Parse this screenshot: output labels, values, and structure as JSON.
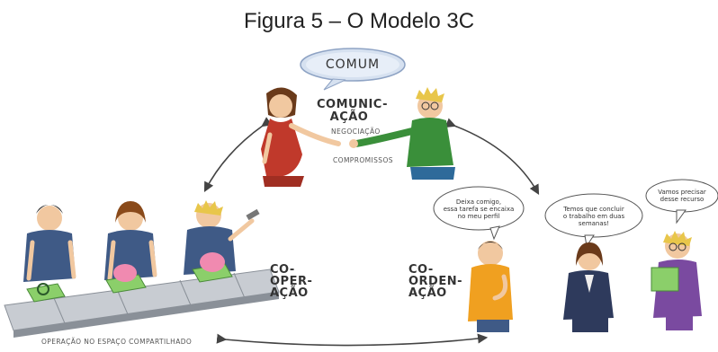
{
  "title": "Figura 5 – O Modelo 3C",
  "comunicacao": {
    "bubble": "COMUM",
    "label_line1": "COMUNIC-",
    "label_line2": "AÇÃO",
    "sub1": "NEGOCIAÇÃO",
    "sub2": "COMPROMISSOS"
  },
  "cooperacao": {
    "label_line1": "CO-",
    "label_line2": "OPER-",
    "label_line3": "AÇÃO",
    "caption": "OPERAÇÃO NO ESPAÇO COMPARTILHADO"
  },
  "coordenacao": {
    "label_line1": "CO-",
    "label_line2": "ORDEN-",
    "label_line3": "AÇÃO",
    "bubble1": [
      "Deixa comigo,",
      "essa tarefa se encaixa",
      "no meu perfil"
    ],
    "bubble2": [
      "Temos que concluir",
      "o trabalho em duas",
      "semanas!"
    ],
    "bubble3": [
      "Vamos precisar",
      "desse recurso"
    ]
  },
  "colors": {
    "shirt_red": "#c0392b",
    "shirt_green": "#3a8f3a",
    "apron_blue": "#3f5a86",
    "shirt_orange": "#f0a020",
    "suit_navy": "#2e3a5c",
    "purple": "#7a4aa0",
    "skin": "#f1c8a0",
    "hair_blond": "#e8c64a",
    "hair_brown": "#6a3a1a",
    "arrow": "#444444"
  }
}
